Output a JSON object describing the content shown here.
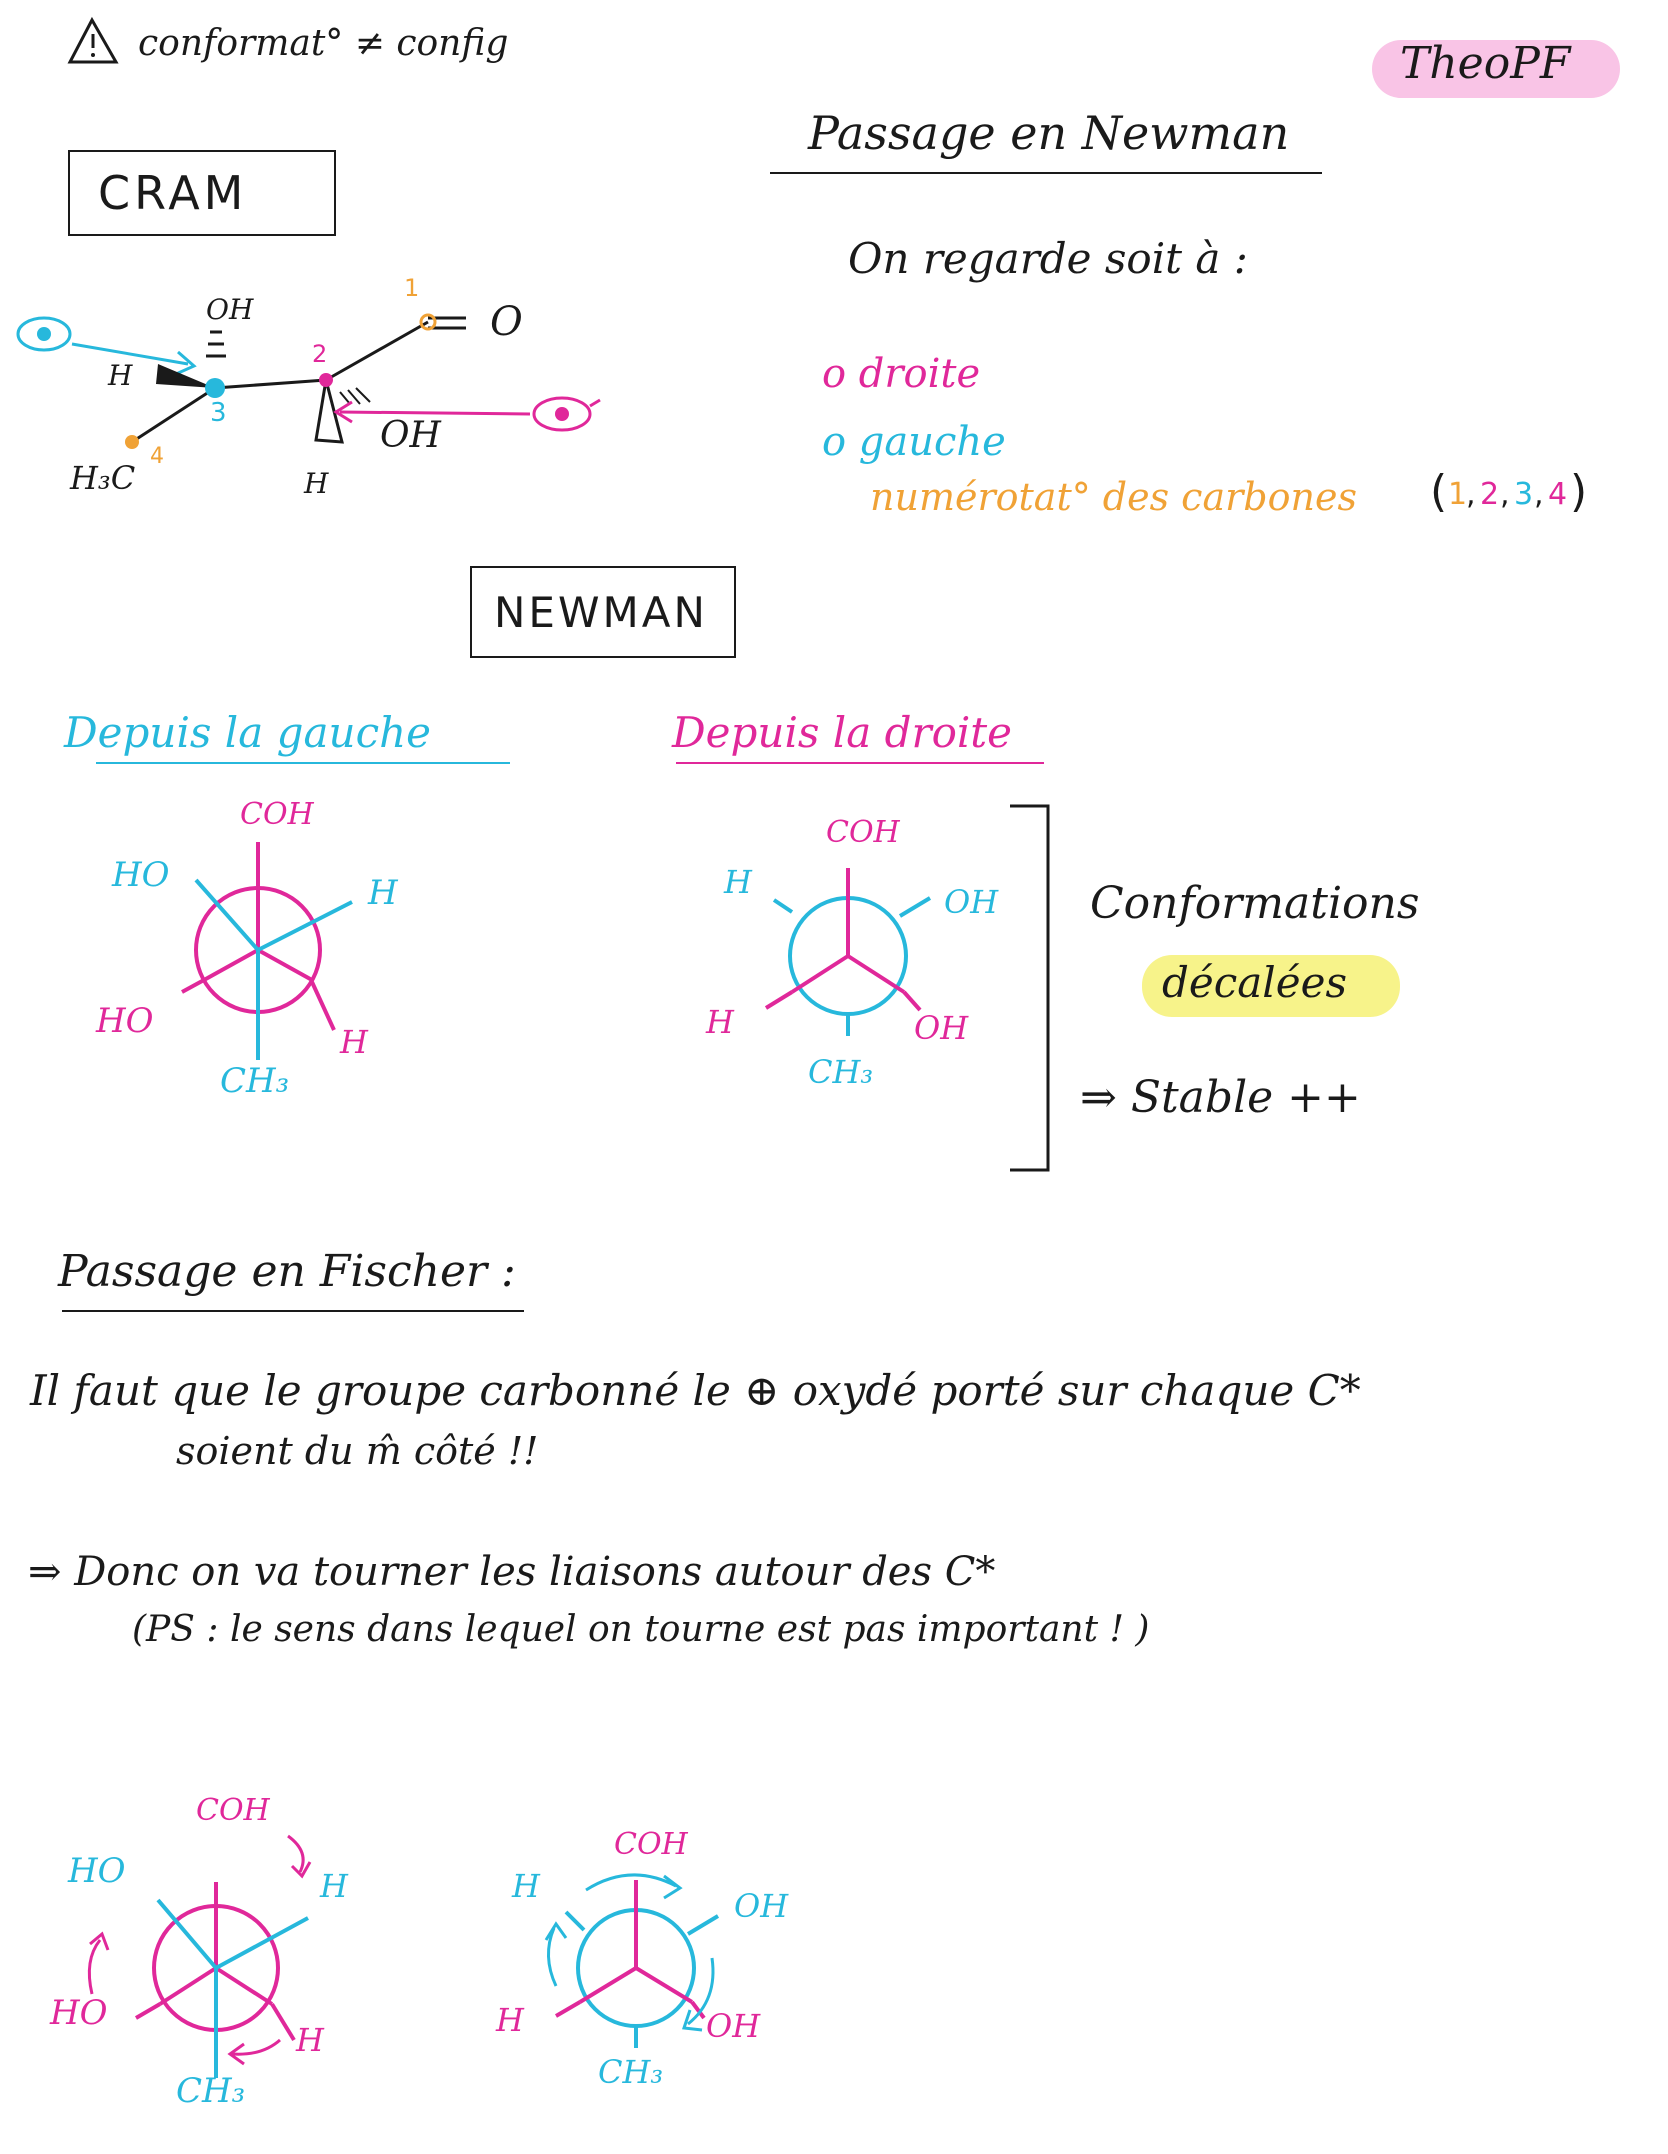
{
  "header": {
    "title": "conformat° ≠ config",
    "author": "TheoPF"
  },
  "cram": {
    "box_label": "CRAM",
    "labels": {
      "oh_top": "OH",
      "o": "O",
      "h_left": "H",
      "h3c": "H₃C",
      "oh_right": "OH",
      "h_bottom": "H"
    },
    "numbers": [
      "1",
      "2",
      "3",
      "4"
    ]
  },
  "newman_info": {
    "heading": "Passage en Newman",
    "line1": "On regarde soit à :",
    "opt_right": "o droite",
    "opt_left": "o gauche",
    "numbering": "numérotat° des carbones",
    "paren_open": "(",
    "n1": "1",
    "c1": ",",
    "n2": "2",
    "c2": ",",
    "n3": "3",
    "c3": ",",
    "n4": "4",
    "paren_close": ")"
  },
  "newman": {
    "box_label": "NEWMAN",
    "left_title": "Depuis la gauche",
    "right_title": "Depuis la droite",
    "left": {
      "top": "COH",
      "upper_left": "HO",
      "upper_right": "H",
      "lower_left": "HO",
      "lower_right": "H",
      "bottom": "CH₃"
    },
    "right": {
      "top": "COH",
      "upper_left": "H",
      "upper_right": "OH",
      "lower_left": "H",
      "lower_right": "OH",
      "bottom": "CH₃"
    },
    "note1": "Conformations",
    "note2": "décalées",
    "note3": "⇒ Stable ++"
  },
  "fischer": {
    "heading": "Passage en Fischer :",
    "rule_line1": "Il faut que le groupe carbonné le ⊕ oxydé porté sur chaque C*",
    "rule_line2": "soient du m̂ côté !!",
    "rotate_line1": "⇒ Donc on va tourner les liaisons autour des C*",
    "rotate_line2": "(PS : le sens dans lequel on tourne est pas important ! )",
    "left": {
      "top": "COH",
      "upper_left": "HO",
      "upper_right": "H",
      "lower_left": "HO",
      "lower_right": "H",
      "bottom": "CH₃"
    },
    "right": {
      "top": "COH",
      "upper_left": "H",
      "upper_right": "OH",
      "lower_left": "H",
      "lower_right": "OH",
      "bottom": "CH₃"
    }
  },
  "colors": {
    "ink": "#1a1a1a",
    "magenta": "#e0289a",
    "cyan": "#27b8dc",
    "orange": "#f0a236",
    "pink_highlight": "#f9c4e6",
    "yellow_highlight": "#f7f38a"
  }
}
